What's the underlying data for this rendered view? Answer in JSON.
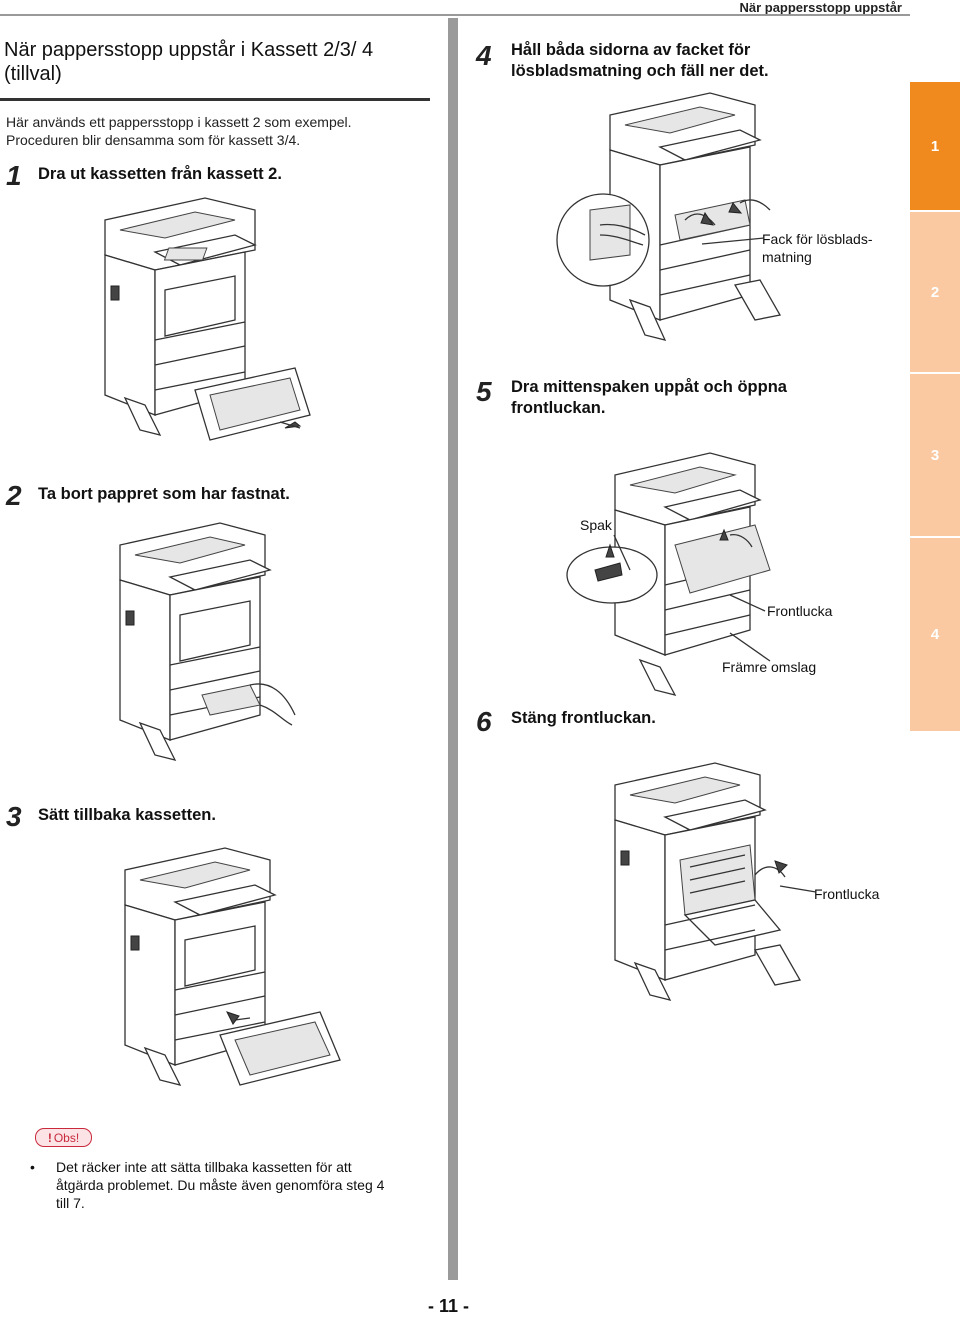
{
  "header": {
    "running_title": "När pappersstopp uppstår"
  },
  "section": {
    "title": "När pappersstopp uppstår i Kassett 2/3/ 4 (tillval)",
    "intro": "Här används ett pappersstopp i kassett 2 som exempel. Proceduren blir densamma som för kassett 3/4."
  },
  "steps": [
    {
      "number": "1",
      "text": "Dra ut kassetten från kassett 2."
    },
    {
      "number": "2",
      "text": "Ta bort pappret som har fastnat."
    },
    {
      "number": "3",
      "text": "Sätt tillbaka kassetten."
    },
    {
      "number": "4",
      "text": "Håll båda sidorna av facket för lösbladsmatning och fäll ner det."
    },
    {
      "number": "5",
      "text": "Dra mittenspaken uppåt och öppna frontluckan."
    },
    {
      "number": "6",
      "text": "Stäng frontluckan."
    }
  ],
  "callouts": {
    "bypass_tray_line1": "Fack för lösblads-",
    "bypass_tray_line2": "matning",
    "lever": "Spak",
    "front_cover": "Frontlucka",
    "front_flap": "Främre omslag",
    "front_cover_close": "Frontlucka"
  },
  "chapter_tabs": [
    {
      "label": "1",
      "color": "#f08a1f"
    },
    {
      "label": "2",
      "color": "#fbc9a1"
    },
    {
      "label": "3",
      "color": "#fbc9a1"
    },
    {
      "label": "4",
      "color": "#fbc9a1"
    }
  ],
  "note": {
    "badge_symbol": "!",
    "badge_label": "Obs!",
    "bullet": "•",
    "text": "Det räcker inte att sätta tillbaka kassetten för att åtgärda problemet. Du måste även genomföra steg 4 till 7."
  },
  "footer": {
    "page_number": "- 11 -"
  }
}
